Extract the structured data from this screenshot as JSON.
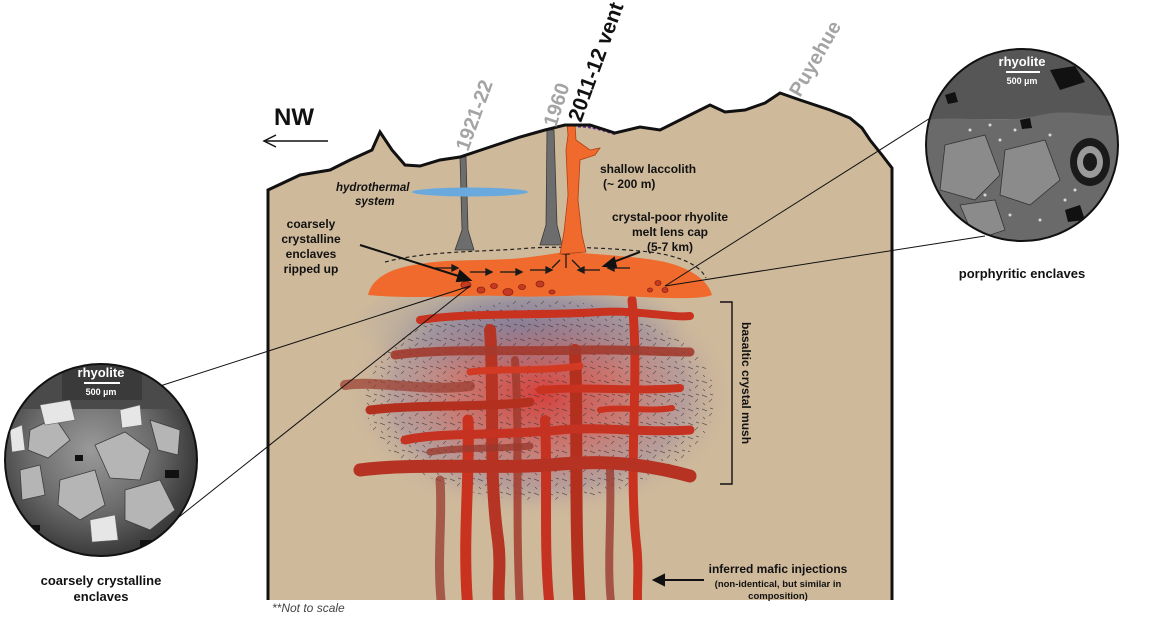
{
  "labels": {
    "nw": "NW",
    "vent_1921": "1921-22",
    "vent_1960": "1960",
    "vent_2011": "2011-12 vent",
    "puyehue": "Puyehue",
    "hydrothermal_1": "hydrothermal",
    "hydrothermal_2": "system",
    "laccolith_1": "shallow laccolith",
    "laccolith_2": "(~ 200 m)",
    "enclaves_ripped_1": "coarsely",
    "enclaves_ripped_2": "crystalline",
    "enclaves_ripped_3": "enclaves",
    "enclaves_ripped_4": "ripped up",
    "lens_cap_1": "crystal-poor rhyolite",
    "lens_cap_2": "melt lens cap",
    "lens_cap_3": "(5-7 km)",
    "mush": "basaltic crystal mush",
    "injections_1": "inferred mafic injections",
    "injections_2": "(non-identical, but similar in",
    "injections_3": "composition)",
    "not_to_scale": "**Not to scale",
    "left_circle_rhyolite": "rhyolite",
    "left_circle_scale": "500 µm",
    "left_caption_1": "coarsely crystalline",
    "left_caption_2": "enclaves",
    "right_circle_rhyolite": "rhyolite",
    "right_circle_scale": "500 µm",
    "right_caption": "porphyritic enclaves"
  },
  "colors": {
    "crust": "#cfb99b",
    "lens_cap": "#ef6a2c",
    "dike": "#c8321e",
    "dike_shadow": "#9a3a2e",
    "conduit_grey": "#6d6d6d",
    "hydrothermal": "#6aa9de",
    "label_grey": "#a4a4a4"
  }
}
